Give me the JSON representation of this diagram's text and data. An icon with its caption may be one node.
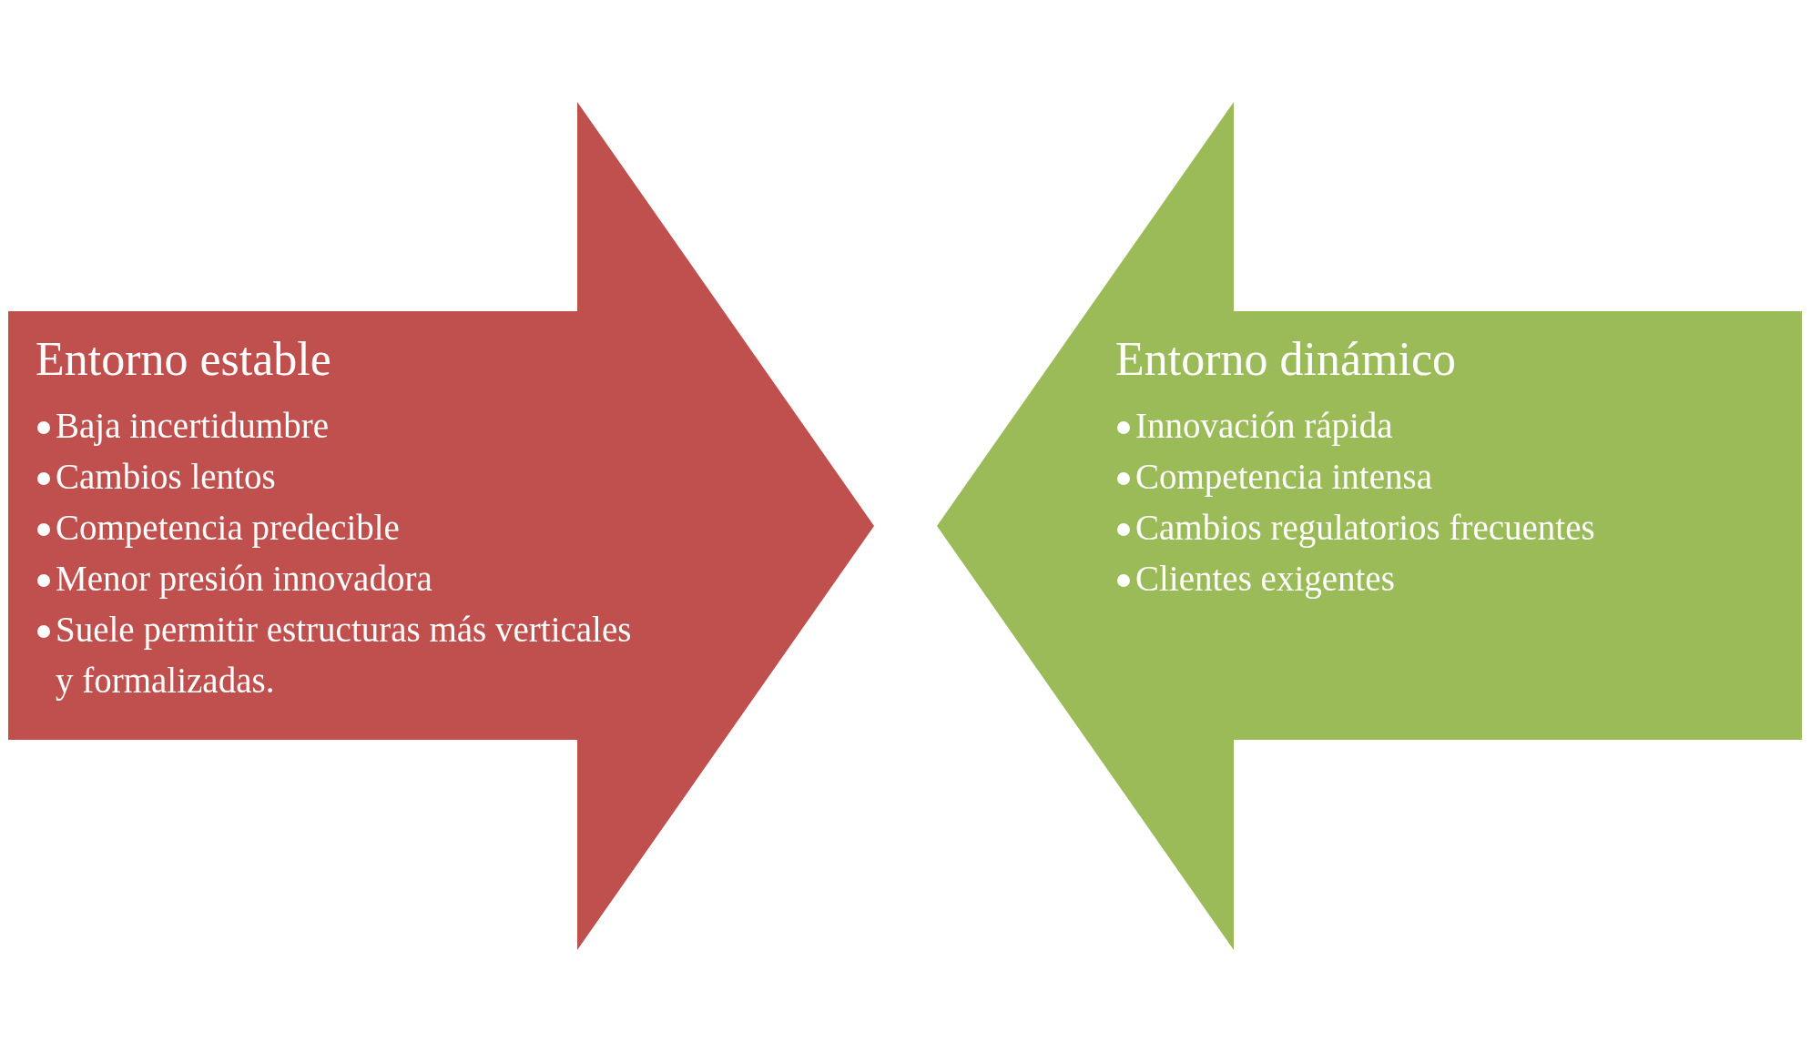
{
  "diagram": {
    "nodes": [
      {
        "text": [
          "Entorno estable",
          "Baja incertidumbre",
          "Cambios lentos",
          "Competencia predecible",
          "Menor presión innovadora",
          "Suele permitir estructuras más verticales y formalizadas."
        ]
      },
      {
        "text": [
          "Entorno dinámico",
          "Innovación rápida",
          "Competencia intensa",
          "Cambios regulatorios frecuentes",
          "Clientes exigentes"
        ]
      }
    ]
  }
}
